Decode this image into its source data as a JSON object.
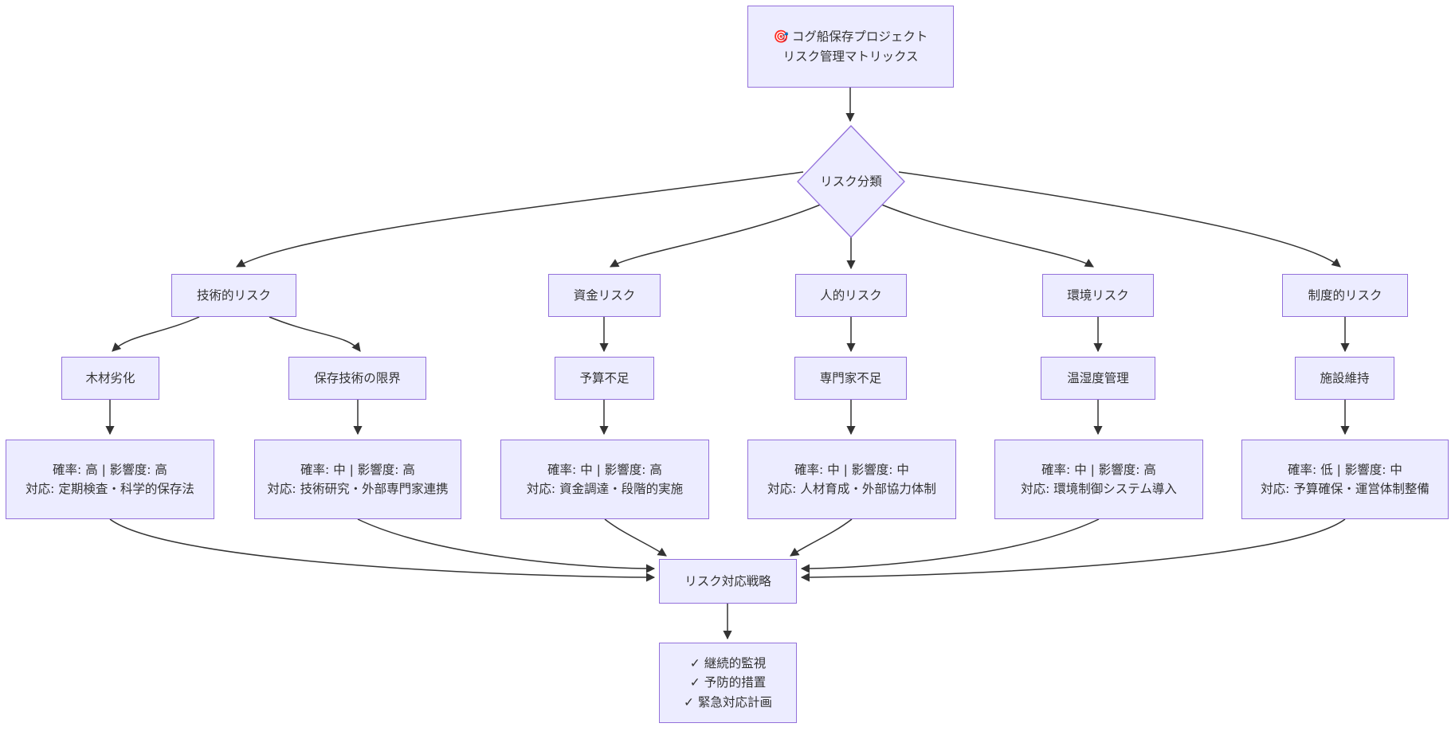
{
  "diagram": {
    "title": {
      "icon": "🎯",
      "line1": "コグ船保存プロジェクト",
      "line2": "リスク管理マトリックス"
    },
    "decision": {
      "label": "リスク分類"
    },
    "categories": [
      {
        "label": "技術的リスク"
      },
      {
        "label": "資金リスク"
      },
      {
        "label": "人的リスク"
      },
      {
        "label": "環境リスク"
      },
      {
        "label": "制度的リスク"
      }
    ],
    "risks": [
      {
        "label": "木材劣化"
      },
      {
        "label": "保存技術の限界"
      },
      {
        "label": "予算不足"
      },
      {
        "label": "専門家不足"
      },
      {
        "label": "温湿度管理"
      },
      {
        "label": "施設維持"
      }
    ],
    "assessments": [
      {
        "line1": "確率: 高 | 影響度: 高",
        "line2": "対応: 定期検査・科学的保存法"
      },
      {
        "line1": "確率: 中 | 影響度: 高",
        "line2": "対応: 技術研究・外部専門家連携"
      },
      {
        "line1": "確率: 中 | 影響度: 高",
        "line2": "対応: 資金調達・段階的実施"
      },
      {
        "line1": "確率: 中 | 影響度: 中",
        "line2": "対応: 人材育成・外部協力体制"
      },
      {
        "line1": "確率: 中 | 影響度: 高",
        "line2": "対応: 環境制御システム導入"
      },
      {
        "line1": "確率: 低 | 影響度: 中",
        "line2": "対応: 予算確保・運営体制整備"
      }
    ],
    "strategy": {
      "label": "リスク対応戦略"
    },
    "actions": {
      "items": [
        "✓ 継続的監視",
        "✓ 予防的措置",
        "✓ 緊急対応計画"
      ]
    },
    "colors": {
      "node_fill": "#ECECFF",
      "node_border": "#9370DB",
      "edge": "#333333",
      "text": "#333333"
    }
  }
}
